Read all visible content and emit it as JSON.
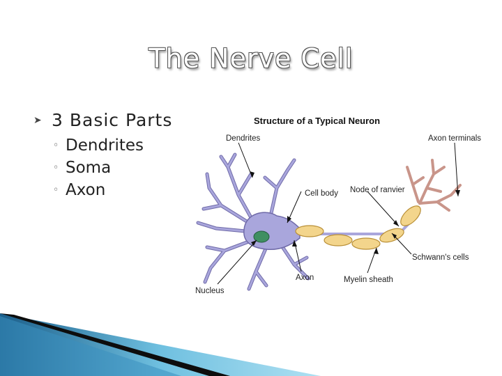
{
  "title": "The Nerve Cell",
  "bullets": {
    "main": "3 Basic Parts",
    "main_icon": "bullet-arrow-icon",
    "sub_icon": "hollow-circle-icon",
    "items": [
      "Dendrites",
      "Soma",
      "Axon"
    ]
  },
  "diagram": {
    "title": "Structure of a Typical Neuron",
    "labels": {
      "dendrites": "Dendrites",
      "axon_terminals": "Axon terminals",
      "cell_body": "Cell body",
      "node_of_ranvier": "Node of ranvier",
      "schwanns_cells": "Schwann's cells",
      "axon": "Axon",
      "myelin_sheath": "Myelin sheath",
      "nucleus": "Nucleus"
    },
    "colors": {
      "cell": "#a9a6dc",
      "cell_outline": "#6f6aa8",
      "myelin": "#f3d58c",
      "myelin_outline": "#b98f36",
      "terminals": "#c9958a",
      "nucleus": "#3f8f62"
    }
  },
  "theme": {
    "band_dark": "#1b5e8a",
    "band_light": "#6fc0e0"
  }
}
